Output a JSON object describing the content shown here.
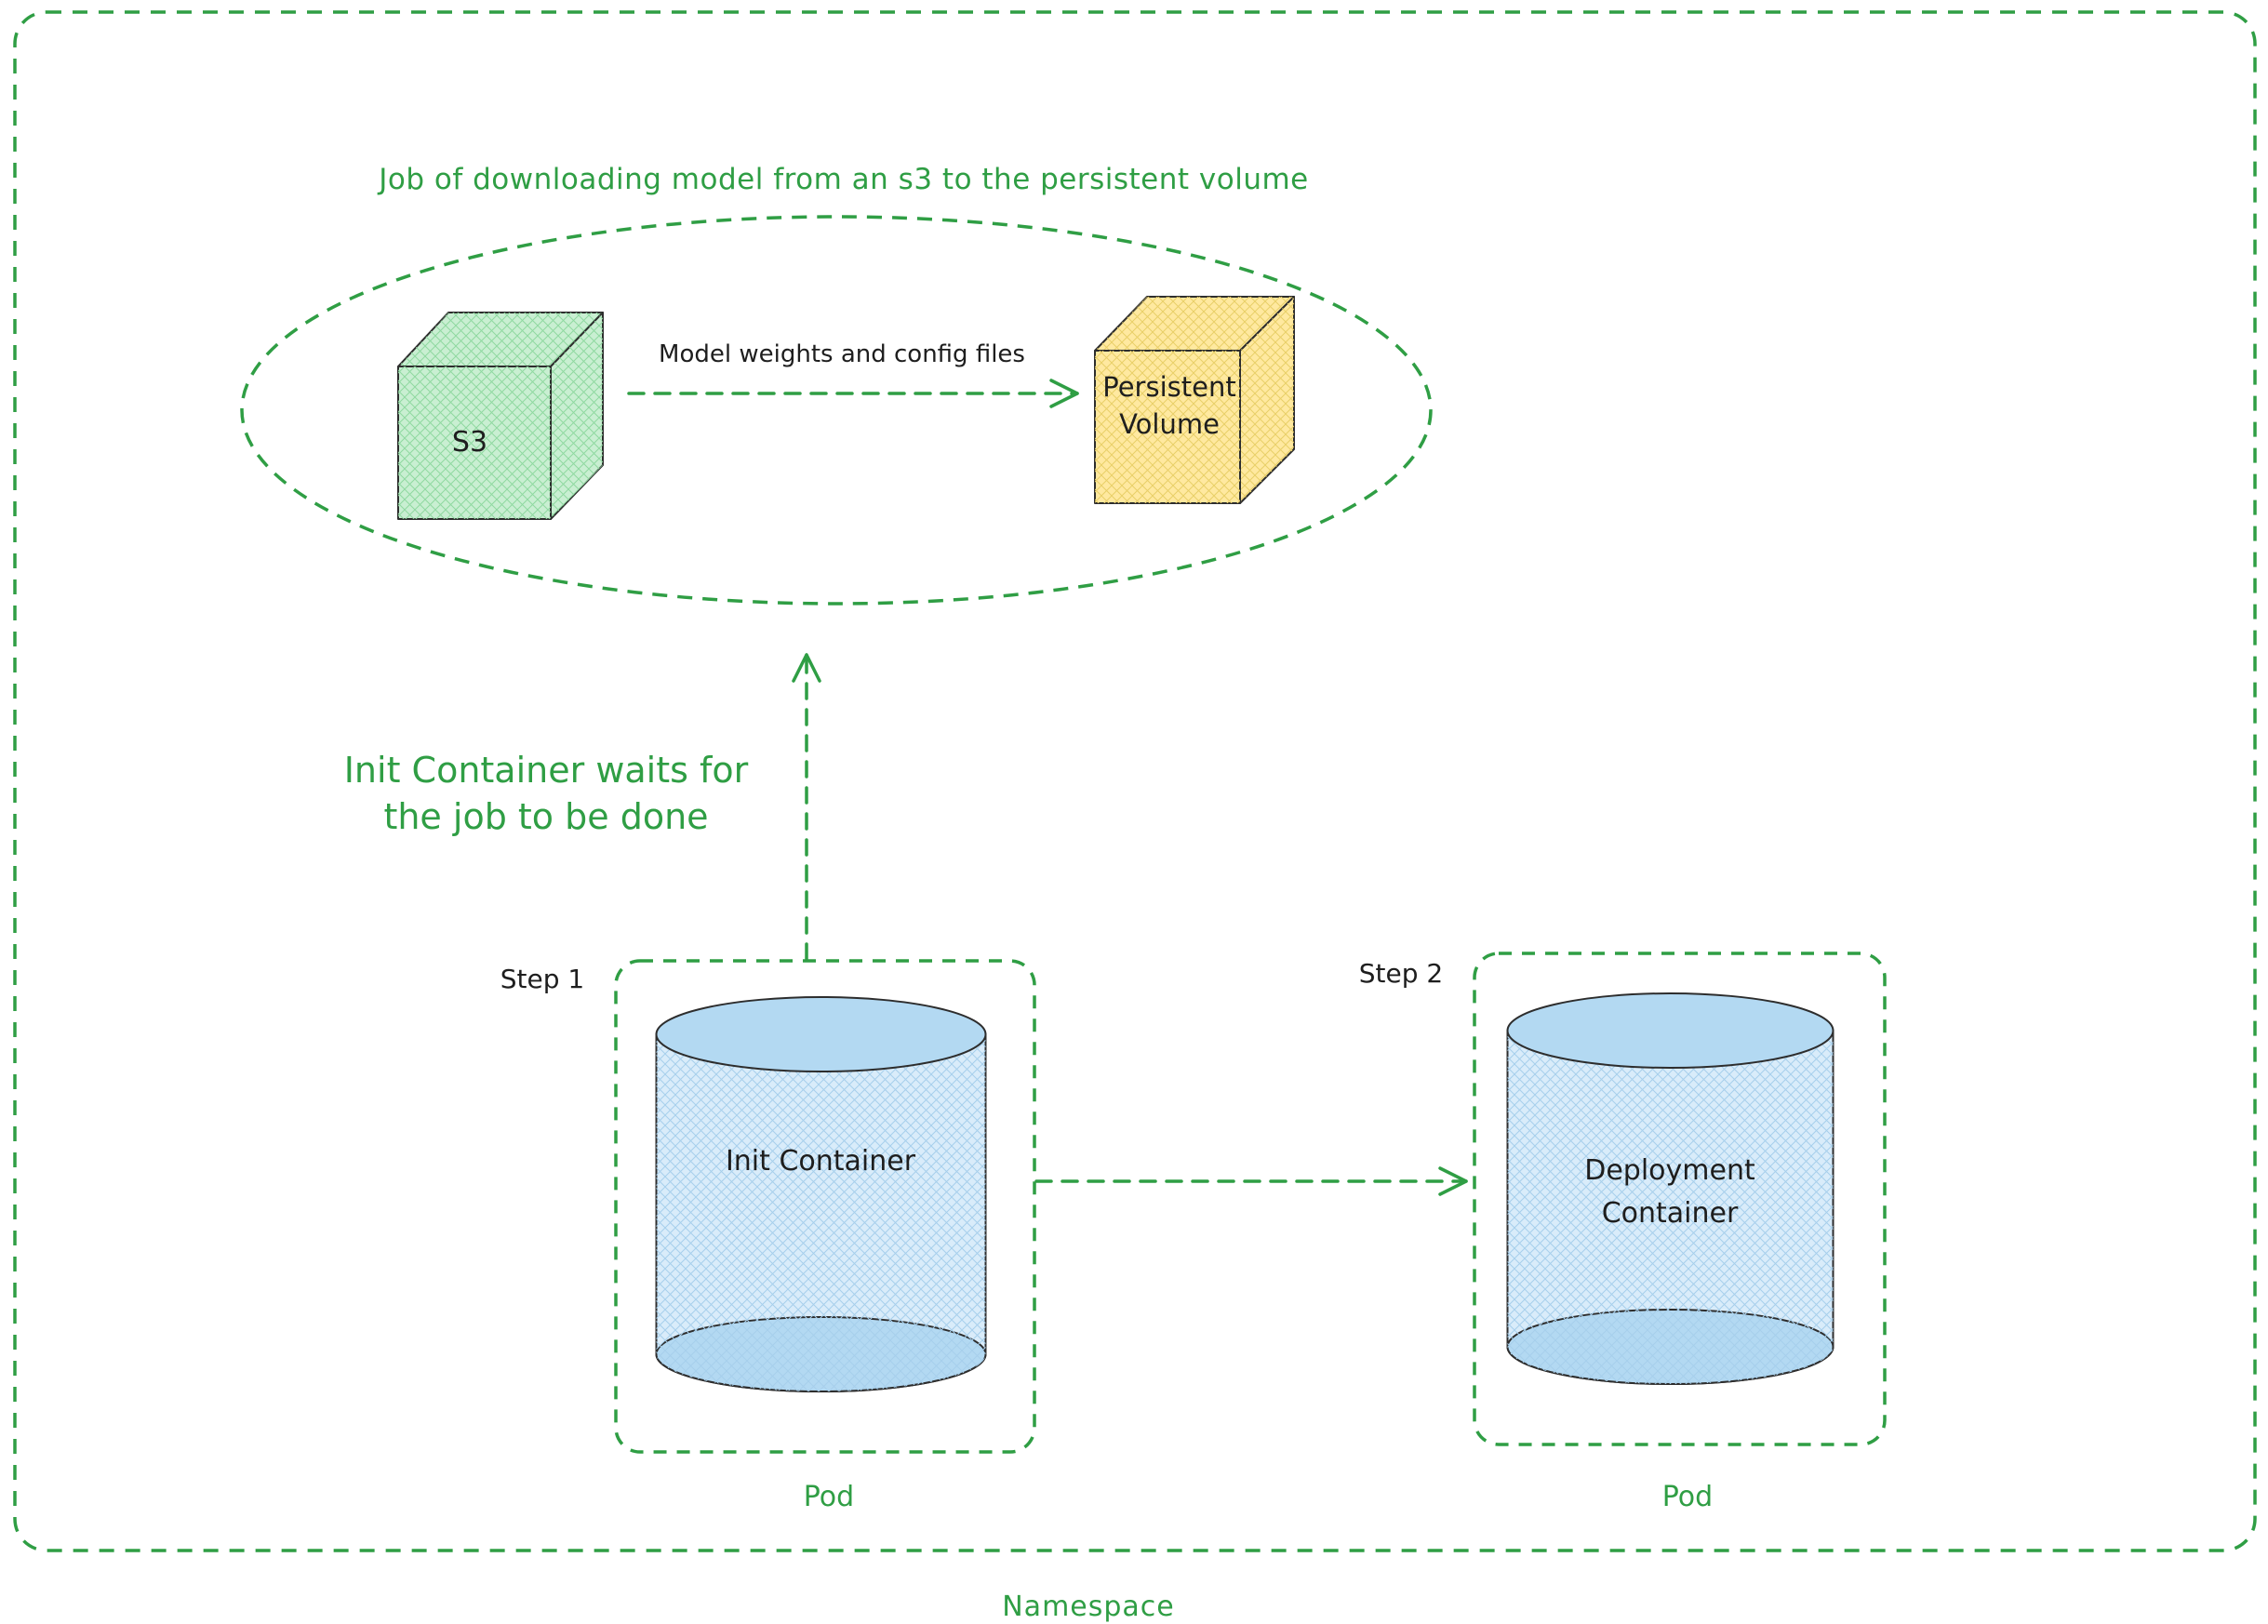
{
  "colors": {
    "green": "#2f9e44",
    "ink": "#1e1e1e",
    "s3_fill": "#c9efd2",
    "pv_fill": "#ffe9a0",
    "cylinder_fill": "#d9ecfa",
    "cylinder_band": "#b3d9f2"
  },
  "namespace": {
    "label": "Namespace"
  },
  "job": {
    "title": "Job of downloading model from an s3 to the persistent volume",
    "arrow_label": "Model weights and config files",
    "s3_label": "S3",
    "pv_label_line1": "Persistent",
    "pv_label_line2": "Volume"
  },
  "wait_note": {
    "line1": "Init Container waits for",
    "line2": "the job to be done"
  },
  "pods": [
    {
      "step": "Step 1",
      "container": "Init Container",
      "label": "Pod"
    },
    {
      "step": "Step 2",
      "container_line1": "Deployment",
      "container_line2": "Container",
      "label": "Pod"
    }
  ]
}
